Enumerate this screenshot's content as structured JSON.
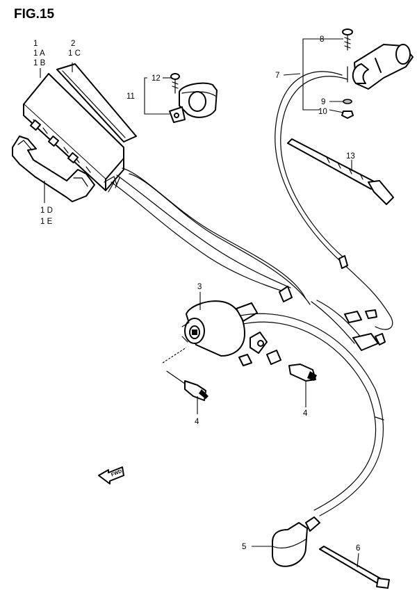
{
  "figure": {
    "title": "FIG.15"
  },
  "callouts": {
    "c1": [
      "1",
      "1 A",
      "1 B"
    ],
    "c2": [
      "2",
      "1 C"
    ],
    "c1de": [
      "1 D",
      "1 E"
    ],
    "c3": "3",
    "c4a": "4",
    "c4b": "4",
    "c5": "5",
    "c6": "6",
    "c7": "7",
    "c8": "8",
    "c9": "9",
    "c10": "10",
    "c11": "11",
    "c12": "12",
    "c13": "13"
  },
  "direction": {
    "label": "FWD"
  }
}
